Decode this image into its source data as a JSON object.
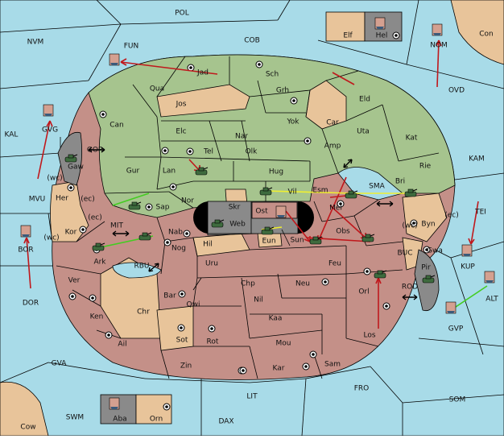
{
  "colors": {
    "sea": "#a8dbe8",
    "green_power": "#a6c48e",
    "red_power": "#c49088",
    "neutral_land": "#e8c49a",
    "impassable": "#8a8a8a",
    "move_order": "#c0181c",
    "support_order": "#44cc22",
    "convoy_order": "#f0f030"
  },
  "labels": {
    "pol": "POL",
    "nvm": "NVM",
    "fun": "FUN",
    "cob": "COB",
    "elf": "Elf",
    "hel": "Hel",
    "con": "Con",
    "nom": "NOM",
    "ovd": "OVD",
    "kal": "KAL",
    "gvg": "GVG",
    "mvu": "MVU",
    "gor": "GOR",
    "gaw": "Gaw",
    "wc1": "(wc)",
    "her": "Her",
    "ec1": "(ec)",
    "ec2": "(ec)",
    "wc2": "(wc)",
    "kor": "Kor",
    "mit": "MIT",
    "bor": "BOR",
    "dor": "DOR",
    "rbu": "RBU",
    "ark": "Ark",
    "ver": "Ver",
    "ken": "Ken",
    "ail": "Ail",
    "gva": "GVA",
    "swm": "SWM",
    "cow": "Cow",
    "aba": "Aba",
    "orn": "Orn",
    "dax": "DAX",
    "lit": "LIT",
    "fro": "FRO",
    "som": "SOM",
    "jad": "Jad",
    "sch": "Sch",
    "qua": "Qua",
    "jos": "Jos",
    "grh": "Grh",
    "eld": "Eld",
    "can": "Can",
    "elc": "Elc",
    "nar": "Nar",
    "yok": "Yok",
    "car": "Car",
    "uta": "Uta",
    "kat": "Kat",
    "tel": "Tel",
    "olk": "Olk",
    "amp": "Amp",
    "kam": "KAM",
    "gur": "Gur",
    "lan": "Lan",
    "hug": "Hug",
    "rie": "Rie",
    "bri": "Bri",
    "nor": "Nor",
    "vil": "Vil",
    "esm": "Esm",
    "sma": "SMA",
    "sap": "Sap",
    "skr": "Skr",
    "web": "Web",
    "ost": "Ost",
    "mel": "Mel",
    "tei": "TEI",
    "ec3": "(ec)",
    "byn": "Byn",
    "wc3": "(wc)",
    "gwa": "Gwa",
    "kup": "KUP",
    "nab": "Nab",
    "hil": "Hil",
    "eun": "Eun",
    "sun": "Sun",
    "obs": "Obs",
    "buc": "BUC",
    "nog": "Nog",
    "uru": "Uru",
    "feu": "Feu",
    "pir": "Pir",
    "chp": "Chp",
    "neu": "Neu",
    "orl": "Orl",
    "rod": "ROD",
    "alt": "ALT",
    "bar": "Bar",
    "qwi": "Qwi",
    "nil": "Nil",
    "kaa": "Kaa",
    "gvp": "GVP",
    "chr": "Chr",
    "sot": "Sot",
    "rot": "Rot",
    "mou": "Mou",
    "los": "Los",
    "zin": "Zin",
    "kar": "Kar",
    "sam": "Sam"
  },
  "units": {
    "army_tokens": [
      "army-1",
      "army-2",
      "army-3",
      "army-4",
      "army-5",
      "army-6",
      "army-7",
      "army-8",
      "army-9",
      "army-10",
      "army-11",
      "army-12",
      "army-13",
      "army-14"
    ],
    "fleet_tokens": [
      "fleet-hel",
      "fleet-nom",
      "fleet-fun",
      "fleet-gvg",
      "fleet-bor",
      "fleet-kup",
      "fleet-alt",
      "fleet-gvp",
      "fleet-aba",
      "fleet-ost"
    ]
  }
}
